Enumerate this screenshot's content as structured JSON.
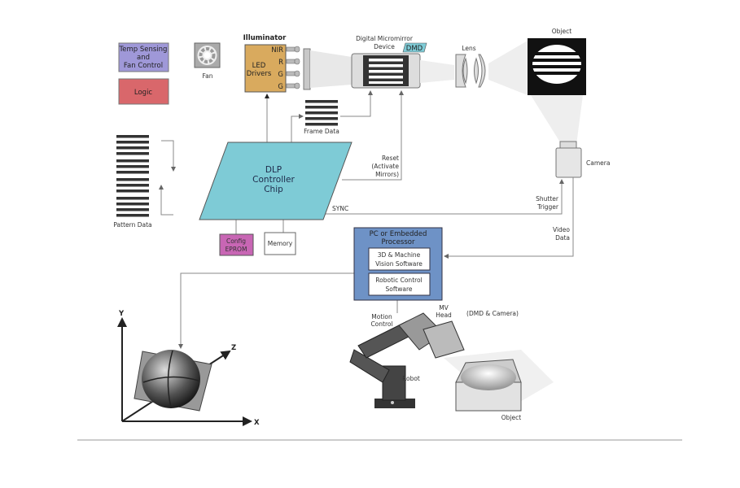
{
  "blocks": {
    "temp_sensing": [
      "Temp Sensing",
      "and",
      "Fan Control"
    ],
    "logic": "Logic",
    "fan": "Fan",
    "illuminator": "Illuminator",
    "led_drivers": [
      "LED",
      "Drivers"
    ],
    "led_channels": [
      "NIR",
      "R",
      "G",
      "G"
    ],
    "dmd_title": [
      "Digital Micromirror",
      "Device"
    ],
    "dmd_tag": "DMD",
    "lens": "Lens",
    "object_top": "Object",
    "camera": "Camera",
    "frame_data": "Frame  Data",
    "dlp_chip": [
      "DLP",
      "Controller",
      "Chip"
    ],
    "reset": [
      "Reset",
      "(Activate",
      "Mirrors)"
    ],
    "sync": "SYNC",
    "shutter_trigger": [
      "Shutter",
      "Trigger"
    ],
    "video_data": [
      "Video",
      "Data"
    ],
    "pattern_data": "Pattern Data",
    "config_eprom": [
      "Config",
      "EPROM"
    ],
    "memory": "Memory",
    "pc_title": [
      "PC or Embedded",
      "Processor"
    ],
    "vision_software": [
      "3D & Machine",
      "Vision Software"
    ],
    "robotic_software": [
      "Robotic Control",
      "Software"
    ],
    "motion_control": [
      "Motion",
      "Control"
    ],
    "mv_head": [
      "MV",
      "Head"
    ],
    "dmd_camera": "(DMD & Camera)",
    "robot": "Robot",
    "object_bottom": "Object",
    "axes": {
      "x": "X",
      "y": "Y",
      "z": "Z"
    }
  },
  "colors": {
    "temp_sensing": "#9f98d8",
    "logic": "#d9676b",
    "led_drivers": "#d9aa5e",
    "dlp_chip": "#7ecbd6",
    "config_eprom": "#c866b4",
    "pc": "#6e92c6"
  }
}
